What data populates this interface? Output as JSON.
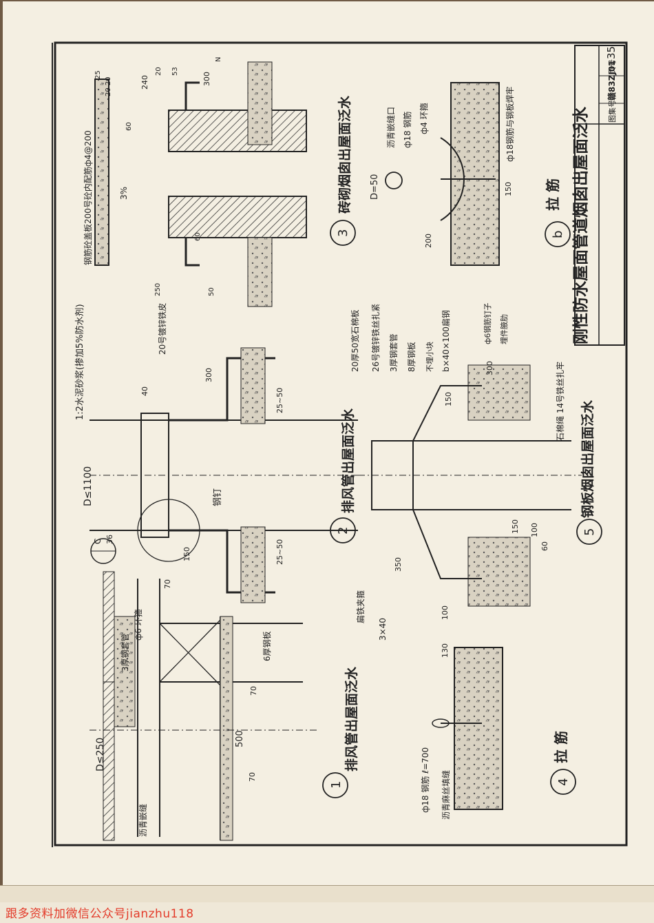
{
  "sheet": {
    "main_title": "刚性防水屋面管道烟囱出屋面泛水",
    "atlas_label": "图集号",
    "atlas_no": "赣83ZJ01",
    "page_label": "页号",
    "page_no": "35"
  },
  "details": {
    "d1": {
      "num": "1",
      "title": "排风管出屋面泛水",
      "dim_d": "D≤250",
      "dim_500": "500",
      "dim_70a": "70",
      "dim_70b": "70",
      "note_asphalt": "沥青嵌缝",
      "note_tube": "3厚钢套管",
      "note_anchor": "ф6 环箍",
      "note_plate": "6厚钢板"
    },
    "d2": {
      "num": "2",
      "title": "排风管出屋面泛水",
      "dim_d": "D≤1100",
      "ref_a": "C",
      "ref_b": "36",
      "note_rivet": "钢钉",
      "note_iron": "20号镀锌铁皮",
      "dim_2550a": "25~50",
      "dim_2550b": "25~50",
      "dim_40": "40",
      "dim_300": "300",
      "dim_150": "150",
      "dim_70": "70"
    },
    "d3": {
      "num": "3",
      "title": "砖砌烟囱出屋面泛水",
      "top_note": "1:2水泥砂浆(掺加5%防水剂)",
      "cover": "钢筋砼盖板200号砼内配筋ф4@200",
      "slope": "3%",
      "dim_300": "300",
      "dim_240": "240",
      "dim_2020": "20 20",
      "dim_25": "25",
      "dim_53": "53",
      "dim_20": "20",
      "dim_z": "N",
      "dim_250": "250",
      "dim_60a": "60",
      "dim_60b": "60",
      "dim_50": "50"
    },
    "d4": {
      "num": "4",
      "title": "拉 筋",
      "note_rod": "ф18 钢筋 ℓ=700",
      "note_seal": "沥青麻丝填缝",
      "dim_130": "130",
      "dim_100": "100"
    },
    "d5": {
      "num": "5",
      "title": "钢板烟囱出屋面泛水",
      "note_asb": "20厚50宽石棉板",
      "note_wire": "26号镀锌铁丝扎紧",
      "note_tube": "3厚钢套管",
      "note_plate": "8厚钢板",
      "note_iron": "不埋小块",
      "note_angle": "b×40×100扁钢",
      "note_nail": "ф6钢筋钉子",
      "note_embed": "埋件腋肋",
      "note_rope": "石棉绳 14号铁丝扎牢",
      "dim_350": "350",
      "dim_150a": "150",
      "dim_150b": "150",
      "dim_100": "100",
      "dim_60": "60",
      "dim_300": "300",
      "note_3x40": "3×40",
      "note_cap": "扁铁夹箍"
    },
    "d6": {
      "num": "b",
      "title": "拉 筋",
      "dim_d": "D=50",
      "note_mouth": "沥青嵌缝口",
      "note_bar": "ф18 钢筋",
      "note_ring": "ф4 环箍",
      "note_weld": "ф18钢筋与钢板焊牢",
      "dim_150": "150",
      "dim_200": "200"
    }
  },
  "footer": {
    "watermark": "跟多资料加微信公众号jianzhu118"
  }
}
